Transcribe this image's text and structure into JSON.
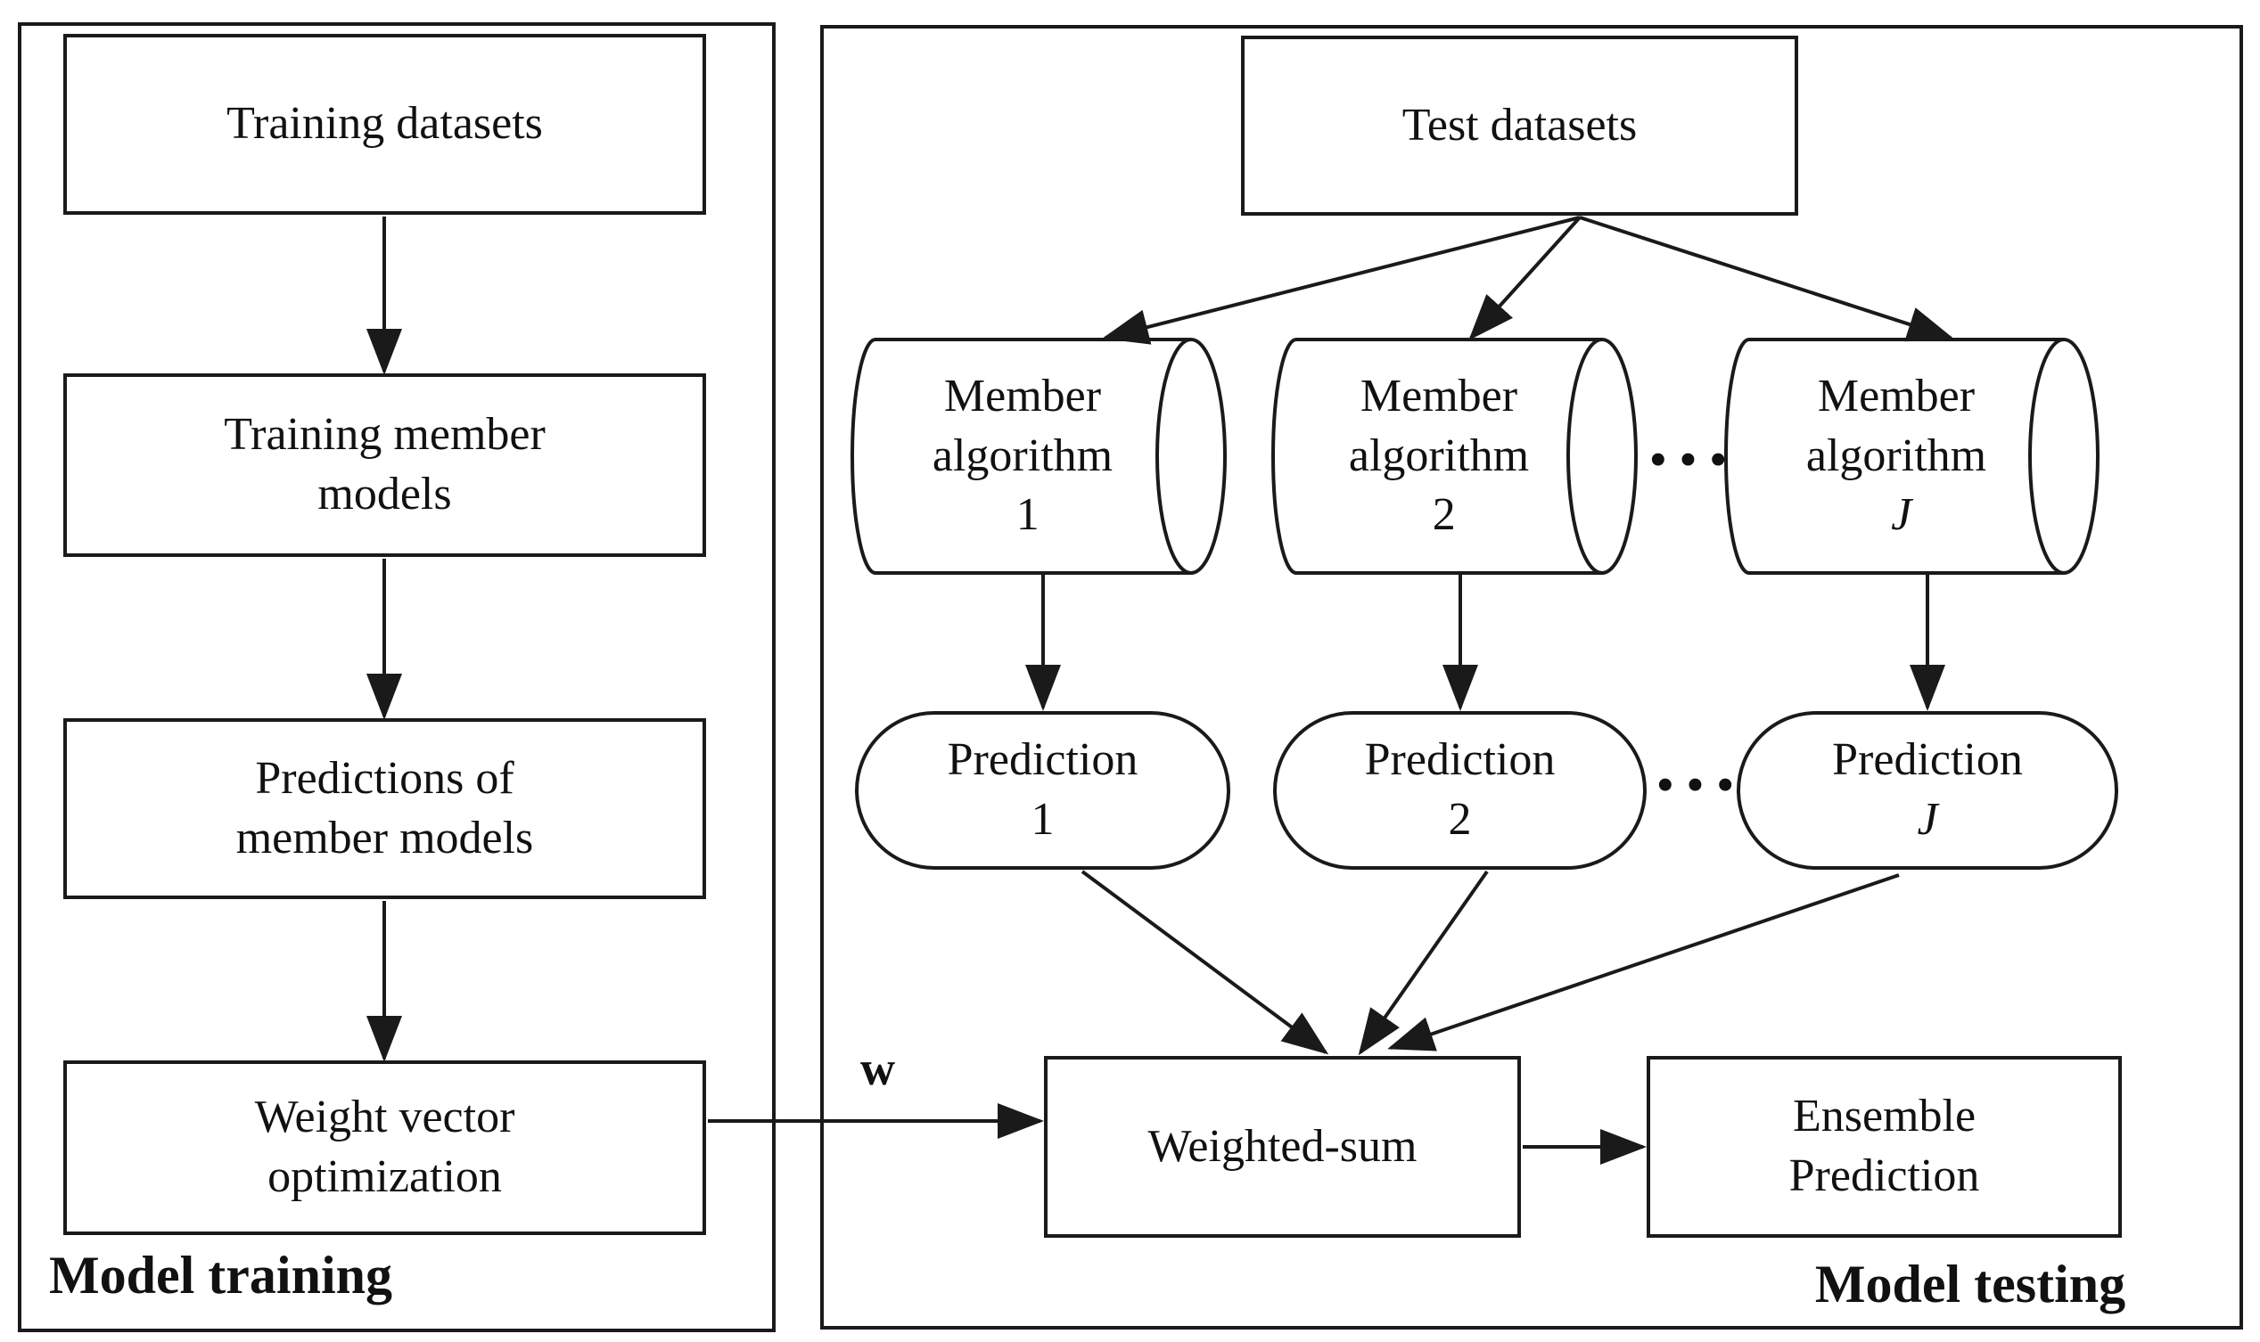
{
  "colors": {
    "ink": "#1a1a1a",
    "background": "#ffffff"
  },
  "training_panel": {
    "caption": "Model training",
    "boxes": [
      {
        "line1": "Training datasets"
      },
      {
        "line1": "Training member",
        "line2": "models"
      },
      {
        "line1": "Predictions of",
        "line2": "member models"
      },
      {
        "line1": "Weight vector",
        "line2": "optimization"
      }
    ]
  },
  "weight_vector_symbol": "w",
  "testing_panel": {
    "caption": "Model testing",
    "test_datasets": "Test datasets",
    "algorithms": [
      {
        "line1": "Member",
        "line2_prefix": "algorithm",
        "line2_var": "1"
      },
      {
        "line1": "Member",
        "line2_prefix": "algorithm",
        "line2_var": "2"
      },
      {
        "line1": "Member",
        "line2_prefix": "algorithm",
        "line2_var": "J"
      }
    ],
    "algorithm_ellipsis": "···",
    "predictions": [
      {
        "line1": "Prediction",
        "line2": "1"
      },
      {
        "line1": "Prediction",
        "line2": "2"
      },
      {
        "line1": "Prediction",
        "line2": "J"
      }
    ],
    "prediction_ellipsis": "···",
    "weighted_sum": "Weighted-sum",
    "ensemble": {
      "line1": "Ensemble",
      "line2": "Prediction"
    }
  }
}
